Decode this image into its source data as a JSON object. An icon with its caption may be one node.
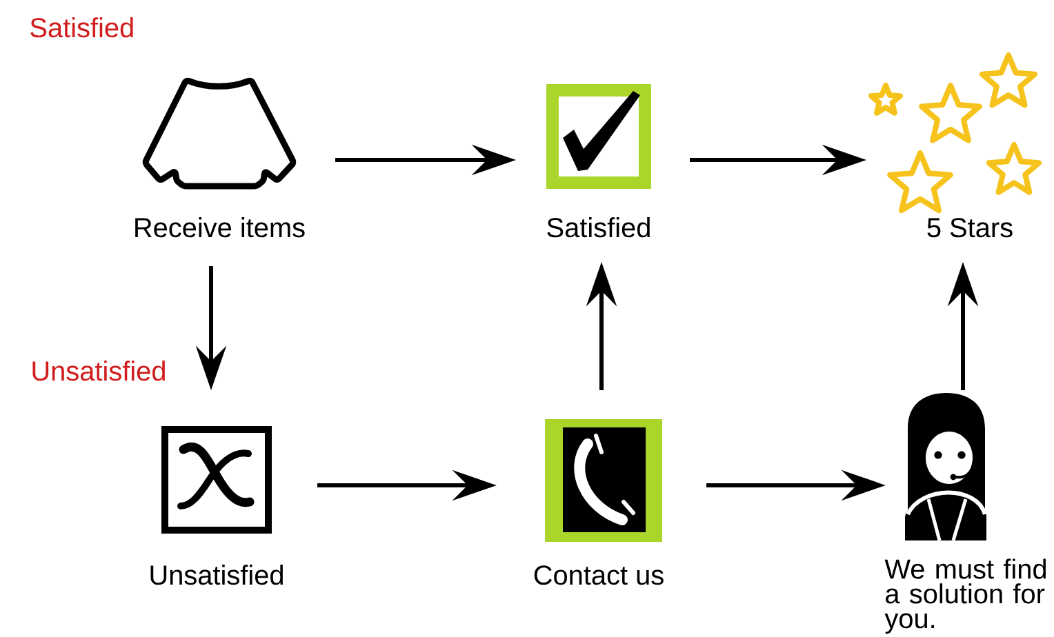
{
  "diagram": {
    "nodes": [
      {
        "text": [
          "Receive items"
        ]
      },
      {
        "text": [
          "Satisfied"
        ]
      },
      {
        "text": [
          "5 Stars"
        ]
      },
      {
        "text": [
          "Unsatisfied"
        ]
      },
      {
        "text": [
          "Contact us"
        ]
      },
      {
        "text": [
          "We must find a solution for you."
        ]
      }
    ],
    "edges": [
      {
        "from": 0,
        "to": 1,
        "arrow": "to"
      },
      {
        "from": 1,
        "to": 2,
        "arrow": "to"
      },
      {
        "from": 0,
        "to": 3,
        "arrow": "to"
      },
      {
        "from": 3,
        "to": 4,
        "arrow": "to"
      },
      {
        "from": 4,
        "to": 1,
        "arrow": "to"
      },
      {
        "from": 4,
        "to": 5,
        "arrow": "to"
      },
      {
        "from": 5,
        "to": 2,
        "arrow": "to"
      }
    ],
    "labels": [
      "Satisfied",
      "Unsatisfied"
    ]
  }
}
